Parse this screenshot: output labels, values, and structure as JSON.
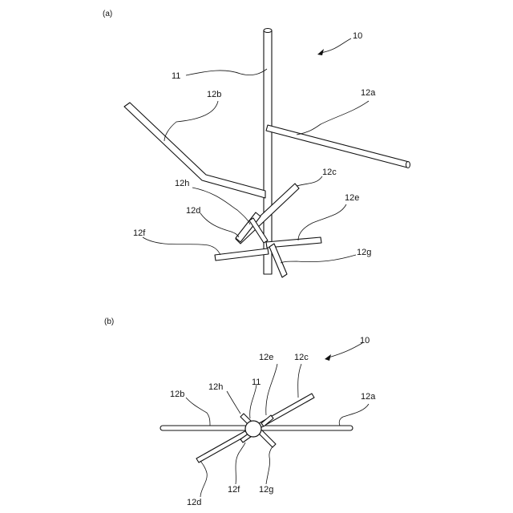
{
  "figure": {
    "panel_a": "(a)",
    "panel_b": "(b)",
    "labels_a": {
      "ref": "10",
      "trunk": "11",
      "b12a": "12a",
      "b12b": "12b",
      "b12c": "12c",
      "b12d": "12d",
      "b12e": "12e",
      "b12f": "12f",
      "b12g": "12g",
      "b12h": "12h"
    },
    "labels_b": {
      "ref": "10",
      "trunk": "11",
      "b12a": "12a",
      "b12b": "12b",
      "b12c": "12c",
      "b12d": "12d",
      "b12e": "12e",
      "b12f": "12f",
      "b12g": "12g",
      "b12h": "12h"
    }
  }
}
